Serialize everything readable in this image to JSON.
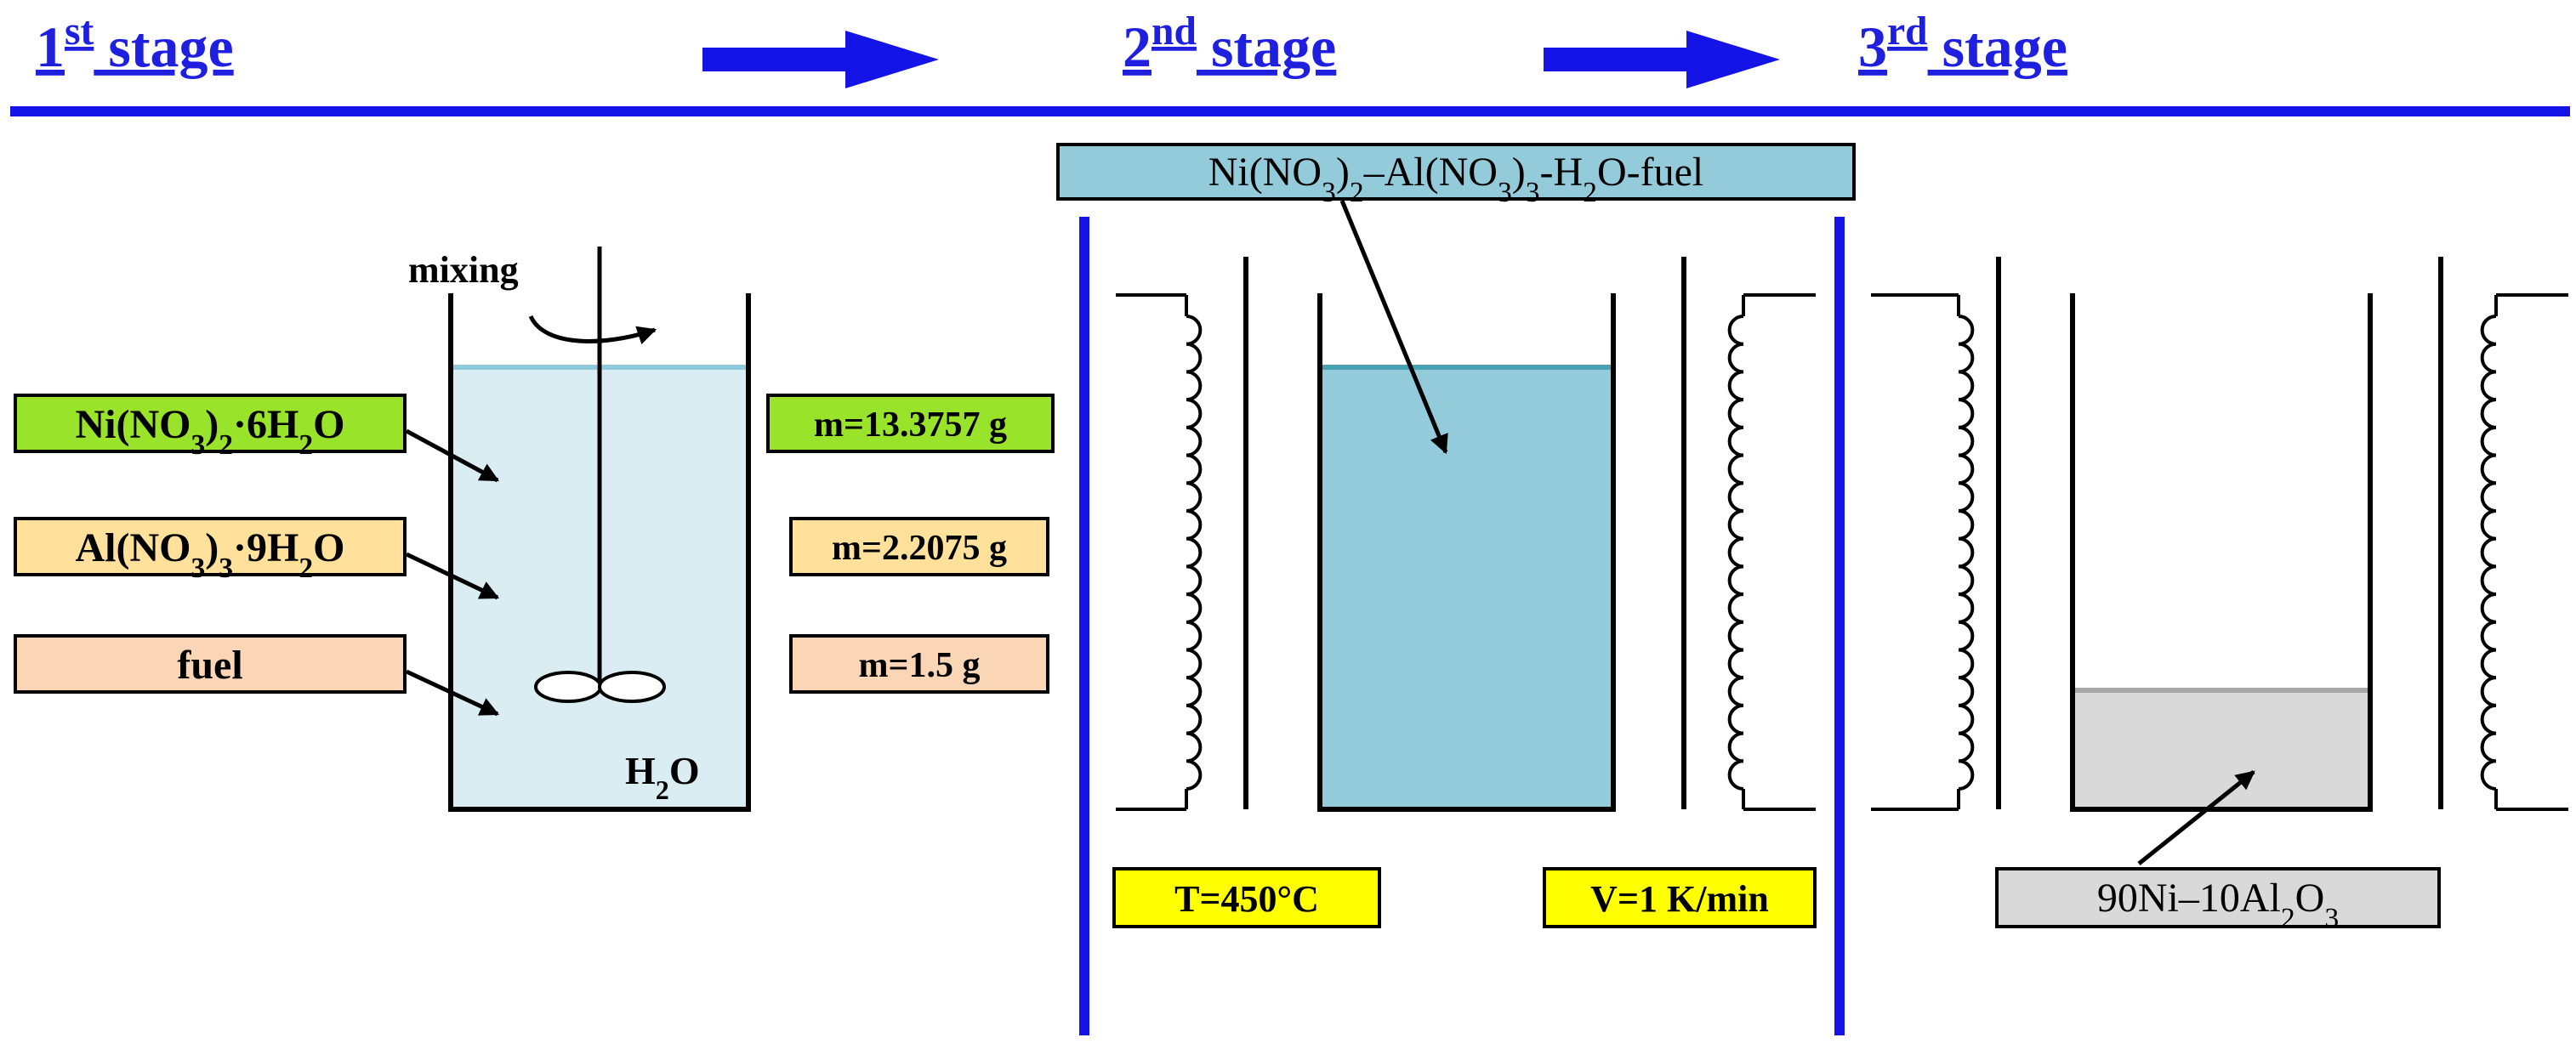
{
  "stages": [
    {
      "num": "1",
      "sup": "st",
      "word": " stage"
    },
    {
      "num": "2",
      "sup": "nd",
      "word": " stage"
    },
    {
      "num": "3",
      "sup": "rd",
      "word": " stage"
    }
  ],
  "stage1": {
    "mixing_label": "mixing",
    "water_label": {
      "a": "H",
      "sub": "2",
      "b": "O"
    },
    "reagents": [
      {
        "name_parts": [
          {
            "t": "Ni(NO"
          },
          {
            "t": "3",
            "s": 1
          },
          {
            "t": ")"
          },
          {
            "t": "2",
            "s": 1
          },
          {
            "t": "·6H"
          },
          {
            "t": "2",
            "s": 1
          },
          {
            "t": "O"
          }
        ],
        "mass": "m=13.3757 g",
        "color": "#99e32b"
      },
      {
        "name_parts": [
          {
            "t": "Al(NO"
          },
          {
            "t": "3",
            "s": 1
          },
          {
            "t": ")"
          },
          {
            "t": "3",
            "s": 1
          },
          {
            "t": "·9H"
          },
          {
            "t": "2",
            "s": 1
          },
          {
            "t": "O"
          }
        ],
        "mass": "m=2.2075 g",
        "color": "#ffe19c"
      },
      {
        "name_parts": [
          {
            "t": "fuel"
          }
        ],
        "mass": "m=1.5 g",
        "color": "#fad6b7"
      }
    ]
  },
  "stage2": {
    "solution_parts": [
      {
        "t": "Ni(NO"
      },
      {
        "t": "3",
        "s": 1
      },
      {
        "t": ")"
      },
      {
        "t": "2",
        "s": 1
      },
      {
        "t": "–Al(NO"
      },
      {
        "t": "3",
        "s": 1
      },
      {
        "t": ")"
      },
      {
        "t": "3",
        "s": 1
      },
      {
        "t": "-H"
      },
      {
        "t": "2",
        "s": 1
      },
      {
        "t": "O-fuel"
      }
    ],
    "temperature": "T=450°C",
    "heating_rate": "V=1 K/min"
  },
  "stage3": {
    "product_parts": [
      {
        "t": "90Ni–10Al"
      },
      {
        "t": "2",
        "s": 1
      },
      {
        "t": "O"
      },
      {
        "t": "3",
        "s": 1
      }
    ]
  },
  "colors": {
    "accent_blue": "#1414e6",
    "beaker_fill": "#daedf3",
    "beaker_surface": "#8fcbdc",
    "solution_fill": "#93cbda",
    "solution_surface": "#4aa0b4",
    "product_fill": "#d9d9d9",
    "condition_yellow": "#ffff00",
    "product_label_fill": "#d9d9d9"
  }
}
